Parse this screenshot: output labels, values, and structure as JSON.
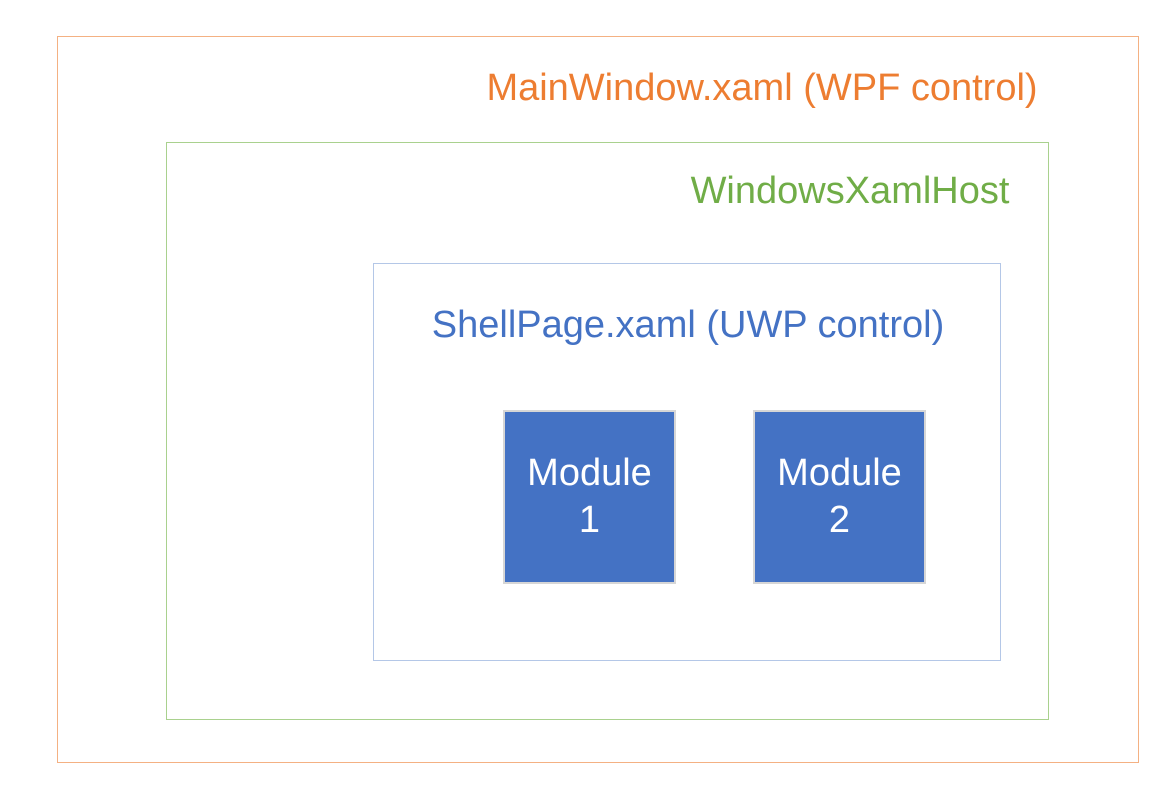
{
  "diagram": {
    "outer": {
      "label": "MainWindow.xaml (WPF control)",
      "text_color": "#ED7D31",
      "border_color": "#F4B183"
    },
    "middle": {
      "label": "WindowsXamlHost",
      "text_color": "#70AD47",
      "border_color": "#A9D18E"
    },
    "inner": {
      "label": "ShellPage.xaml (UWP control)",
      "text_color": "#4472C4",
      "border_color": "#B4C7E7"
    },
    "modules": [
      {
        "label": "Module\n1",
        "fill_color": "#4472C4",
        "border_color": "#D6D6D6",
        "text_color": "#FFFFFF"
      },
      {
        "label": "Module\n2",
        "fill_color": "#4472C4",
        "border_color": "#D6D6D6",
        "text_color": "#FFFFFF"
      }
    ]
  }
}
